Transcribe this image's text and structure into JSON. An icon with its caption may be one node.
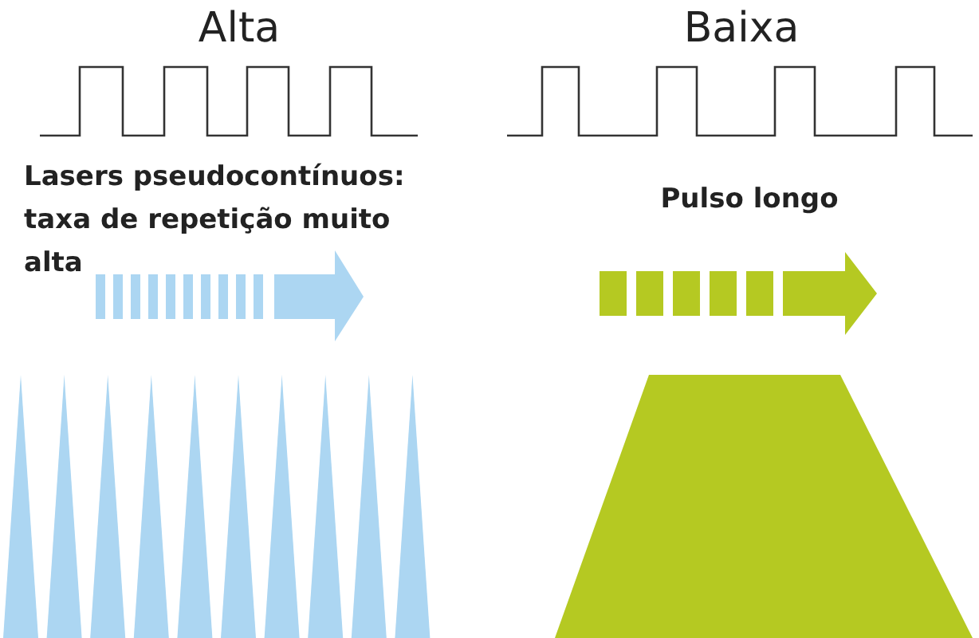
{
  "diagram": {
    "labels": [
      "Alta",
      "Baixa",
      "Lasers pseudocontínuos: taxa de repetição muito alta",
      "Pulso longo"
    ]
  }
}
